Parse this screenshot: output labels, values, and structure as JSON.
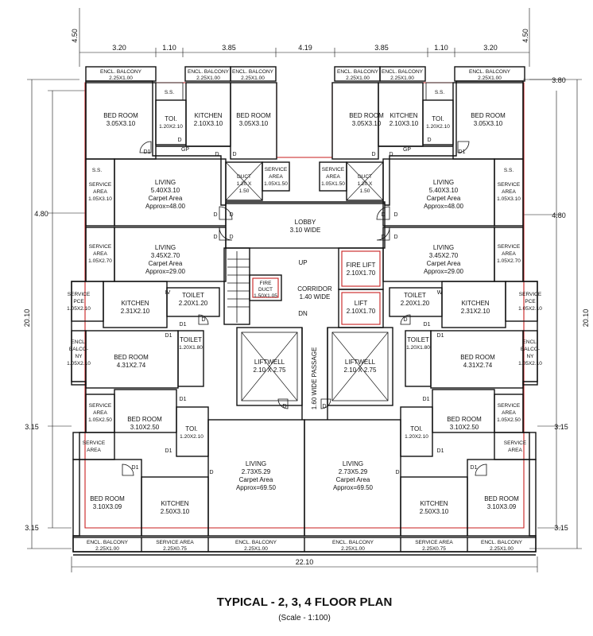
{
  "title": "TYPICAL - 2, 3, 4 FLOOR PLAN",
  "scale": "(Scale - 1:100)",
  "dims": {
    "top_offset": "4.50",
    "top_segments": [
      "3.20",
      "1.10",
      "3.85",
      "4.19",
      "3.85",
      "1.10",
      "3.20"
    ],
    "right_top": "3.80",
    "side_mid": "4.80",
    "side_total": "20.10",
    "side_lower": "3.15",
    "bottom_total": "22.10"
  },
  "labels": {
    "encl_balcony": "ENCL. BALCONY",
    "d225x100": "2.25X1.00",
    "ss": "S.S.",
    "toi": "TOI.",
    "toilet": "TOILET",
    "d120x210": "1.20X2.10",
    "d120x180": "1.20X1.80",
    "d220x120": "2.20X1.20",
    "kitchen": "KITCHEN",
    "d210x310": "2.10X3.10",
    "d231x210": "2.31X2.10",
    "d250x310": "2.50X3.10",
    "bed_room": "BED ROOM",
    "d305x310": "3.05X3.10",
    "d431x274": "4.31X2.74",
    "d310x250": "3.10X2.50",
    "d310x309": "3.10X3.09",
    "gp": "GP",
    "duct": "DUCT",
    "duct_size_a": "1.20 X",
    "duct_size_b": "1.50",
    "service": "SERVICE",
    "area": "AREA",
    "service_area": "SERVICE AREA",
    "d105x150": "1.05X1.50",
    "d105x310": "1.05X3.10",
    "d105x270": "1.05X2.70",
    "d105x210": "1.05X2.10",
    "d105x250": "1.05X2.50",
    "d225x075": "2.25X0.75",
    "pce": "PCE",
    "encl": "ENCL.",
    "balco": "BALCO-",
    "ny": "NY",
    "living": "LIVING",
    "d540x310": "5.40X3.10",
    "d345x270": "3.45X2.70",
    "d273x529": "2.73X5.29",
    "carpet_area": "Carpet Area",
    "approx48": "Approx=48.00",
    "approx29": "Approx=29.00",
    "approx695": "Approx=69.50",
    "lobby": "LOBBY",
    "lobby_size": "3.10 WIDE",
    "fire_lift": "FIRE LIFT",
    "lift": "LIFT",
    "d210x170": "2.10X1.70",
    "fire": "FIRE",
    "fire_duct_size": "1.50X1.05",
    "corridor": "CORRIDOR",
    "corridor_size": "1.40 WIDE",
    "up": "UP",
    "dn": "DN",
    "liftwell": "LIFTWELL",
    "liftwell_size": "2.10 X 2.75",
    "passage": "1.60 WIDE PASSAGE",
    "door_d": "D",
    "door_d1": "D1",
    "iv": "IV",
    "w": "W"
  }
}
